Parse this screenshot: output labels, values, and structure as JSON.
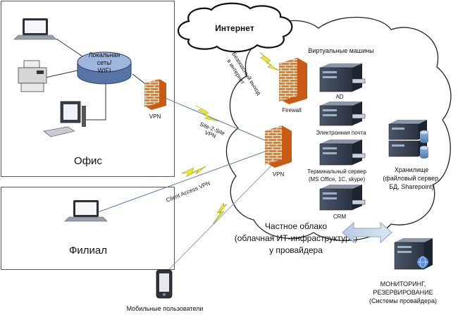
{
  "office": {
    "title": "Офис",
    "lan_line1": "Локальная",
    "lan_line2": "сеть/",
    "lan_line3": "WIFI",
    "vpn_label": "VPN"
  },
  "branch": {
    "title": "Филиал"
  },
  "internet": {
    "label": "Интернет"
  },
  "cloud": {
    "vm_title": "Виртуальные машины",
    "firewall_label": "Firewall",
    "vpn_label": "VPN",
    "secure_exit_line1": "Безопасный выход",
    "secure_exit_line2": "в интернет",
    "servers": {
      "ad": "AD",
      "email": "Электронная почта",
      "terminal_line1": "Терминальный сервер",
      "terminal_line2": "(MS Office, 1C, skype)",
      "crm": "CRM"
    },
    "storage_line1": "Хранилище",
    "storage_line2": "(файловый сервер,",
    "storage_line3": "БД, Sharepoint)"
  },
  "links": {
    "site2site_line1": "Site-2-Site",
    "site2site_line2": "VPN",
    "client_access": "Client Access VPN"
  },
  "private_cloud": {
    "line1": "Частное облако",
    "line2": "(облачная ИТ-инфраструктура)",
    "line3": "у провайдера"
  },
  "monitoring": {
    "line1": "МОНИТОРИНГ,",
    "line2": "РЕЗЕРВИРОВАНИЕ",
    "line3": "(Системы провайдера)"
  },
  "mobile": {
    "label": "Мобильные пользователи"
  }
}
